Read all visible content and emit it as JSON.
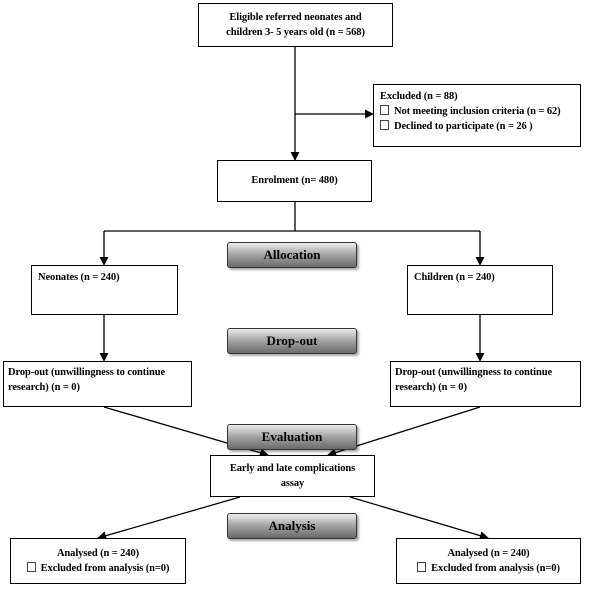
{
  "boxes": {
    "eligible": {
      "line1": "Eligible referred neonates and",
      "line2": "children 3- 5 years old (n = 568)"
    },
    "excluded": {
      "title": "Excluded (n = 88)",
      "items": [
        "Not meeting inclusion criteria (n = 62)",
        "Declined to participate (n = 26 )"
      ]
    },
    "enrolment": "Enrolment (n= 480)",
    "neonates": "Neonates (n = 240)",
    "children": "Children (n = 240)",
    "dropout_left": {
      "line1": "Drop-out (unwillingness to continue",
      "line2": "research) (n = 0)"
    },
    "dropout_right": {
      "line1": "Drop-out (unwillingness to continue",
      "line2": "research) (n = 0)"
    },
    "complications": {
      "line1": "Early and late complications",
      "line2": "assay"
    },
    "analysed_left": {
      "line1": "Analysed (n = 240)",
      "line2": "Excluded from analysis (n=0)"
    },
    "analysed_right": {
      "line1": "Analysed (n = 240)",
      "line2": "Excluded from analysis (n=0)"
    }
  },
  "stages": {
    "allocation": "Allocation",
    "dropout": "Drop-out",
    "evaluation": "Evaluation",
    "analysis": "Analysis"
  }
}
